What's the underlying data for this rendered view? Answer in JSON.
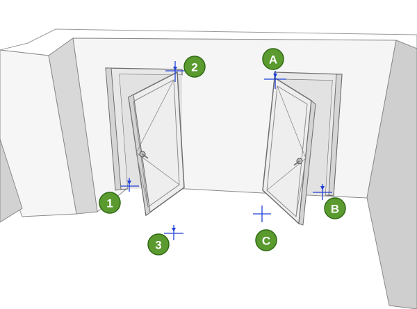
{
  "colors": {
    "badge_fill": "#5a9a2e",
    "badge_stroke": "#2f6a14",
    "cursor_blue": "#1f3fd6",
    "wall_face": "#f4f4f4",
    "wall_shadow": "#d9d9d9",
    "wall_dark": "#c9c9c9",
    "edge": "#7a7a7a",
    "door_panel": "#eeeeee",
    "door_edge": "#6e6e6e"
  },
  "markers": {
    "m1": {
      "label": "1"
    },
    "m2": {
      "label": "2"
    },
    "m3": {
      "label": "3"
    },
    "mA": {
      "label": "A"
    },
    "mB": {
      "label": "B"
    },
    "mC": {
      "label": "C"
    }
  }
}
